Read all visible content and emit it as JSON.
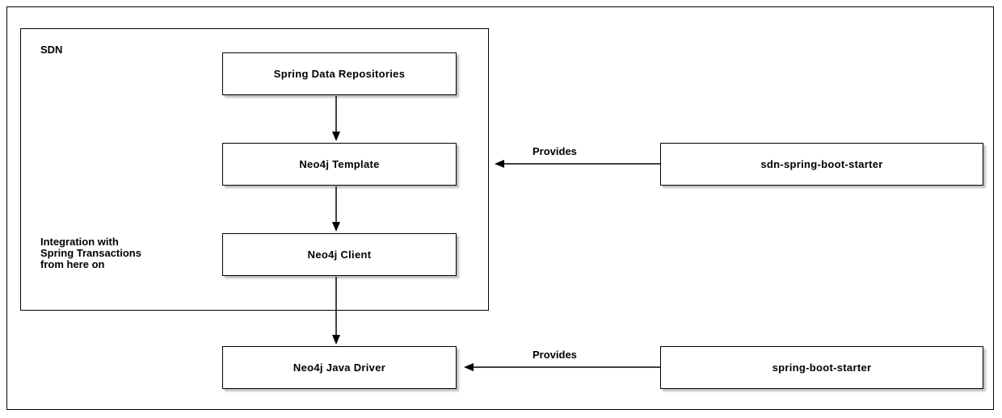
{
  "diagram": {
    "container": {
      "label": "SDN"
    },
    "nodes": {
      "repositories": {
        "label": "Spring Data Repositories"
      },
      "template": {
        "label": "Neo4j Template"
      },
      "client": {
        "label": "Neo4j Client"
      },
      "driver": {
        "label": "Neo4j Java Driver"
      },
      "sdn_starter": {
        "label": "sdn-spring-boot-starter"
      },
      "boot_starter": {
        "label": "spring-boot-starter"
      }
    },
    "note": "Integration with\nSpring Transactions\nfrom here on",
    "edges": {
      "provides_top_label": "Provides",
      "provides_bottom_label": "Provides"
    },
    "colors": {
      "box_fill": "#ffffff",
      "box_border": "#000000",
      "text": "#000000",
      "background": "#ffffff"
    }
  }
}
